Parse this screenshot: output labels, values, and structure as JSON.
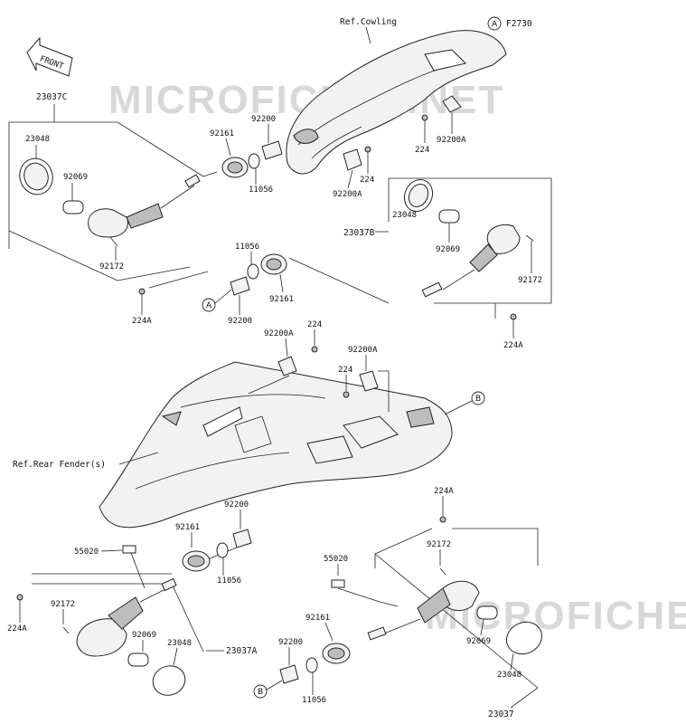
{
  "front_arrow": {
    "label": "FRONT"
  },
  "watermarks": [
    "MICROFICHES.NET",
    "MICROFICHES.NET"
  ],
  "refs": {
    "cowling": "Ref.Cowling",
    "rear_fender": "Ref.Rear Fender(s)",
    "figure_ref": "F2730"
  },
  "callouts": {
    "a": "A",
    "b": "B"
  },
  "parts": {
    "p23037C": "23037C",
    "p23037B": "23037B",
    "p23037A": "23037A",
    "p23037": "23037",
    "p23048": "23048",
    "p92069": "92069",
    "p92172": "92172",
    "p92161": "92161",
    "p92200": "92200",
    "p11056": "11056",
    "p224": "224",
    "p224A": "224A",
    "p92200A": "92200A",
    "p55020": "55020"
  }
}
